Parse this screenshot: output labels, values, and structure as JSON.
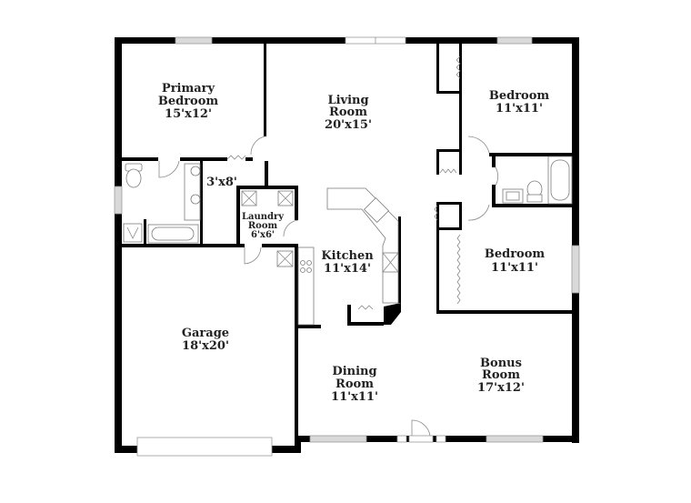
{
  "floorplan": {
    "colors": {
      "wall": "#000000",
      "background": "#ffffff",
      "label": "#222222",
      "window": "#d9d9d9"
    },
    "rooms": {
      "primary_bedroom": {
        "line1": "Primary",
        "line2": "Bedroom",
        "dims": "15'x12'"
      },
      "living_room": {
        "line1": "Living",
        "line2": "Room",
        "dims": "20'x15'"
      },
      "bedroom_1": {
        "line1": "Bedroom",
        "dims": "11'x11'"
      },
      "closet": {
        "dims": "3'x8'"
      },
      "laundry_room": {
        "line1": "Laundry",
        "line2": "Room",
        "dims": "6'x6'"
      },
      "kitchen": {
        "line1": "Kitchen",
        "dims": "11'x14'"
      },
      "bedroom_2": {
        "line1": "Bedroom",
        "dims": "11'x11'"
      },
      "garage": {
        "line1": "Garage",
        "dims": "18'x20'"
      },
      "dining_room": {
        "line1": "Dining",
        "line2": "Room",
        "dims": "11'x11'"
      },
      "bonus_room": {
        "line1": "Bonus",
        "line2": "Room",
        "dims": "17'x12'"
      }
    }
  }
}
